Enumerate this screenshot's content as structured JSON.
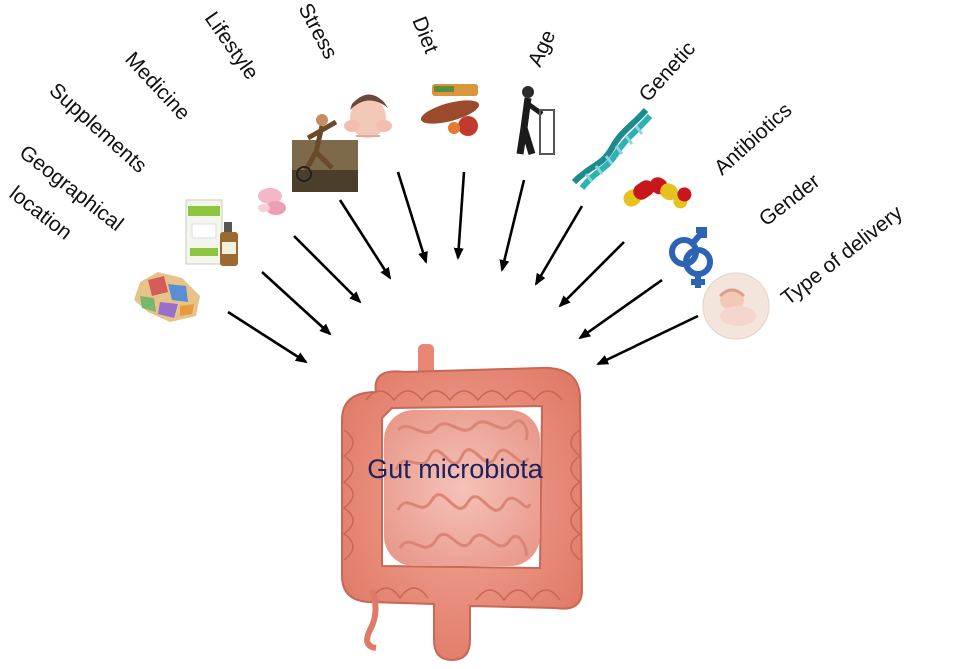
{
  "center": {
    "label": "Gut microbiota"
  },
  "factors": [
    {
      "id": "geo",
      "label_line1": "Geographical",
      "label_line2": "location",
      "icon": "map-icon"
    },
    {
      "id": "supplements",
      "label": "Supplements",
      "icon": "supplement-bottles-icon"
    },
    {
      "id": "medicine",
      "label": "Medicine",
      "icon": "pill-icon"
    },
    {
      "id": "lifestyle",
      "label": "Lifestyle",
      "icon": "athlete-icon"
    },
    {
      "id": "stress",
      "label": "Stress",
      "icon": "stressed-person-icon"
    },
    {
      "id": "diet",
      "label": "Diet",
      "icon": "food-icon"
    },
    {
      "id": "age",
      "label": "Age",
      "icon": "elderly-walker-icon"
    },
    {
      "id": "genetic",
      "label": "Genetic",
      "icon": "dna-icon"
    },
    {
      "id": "antibiotics",
      "label": "Antibiotics",
      "icon": "capsules-icon"
    },
    {
      "id": "gender",
      "label": "Gender",
      "icon": "gender-symbols-icon"
    },
    {
      "id": "delivery",
      "label": "Type of delivery",
      "icon": "newborn-icon"
    }
  ],
  "colors": {
    "intestine": "#ec8a78",
    "intestine_dark": "#c96756",
    "small_intestine": "#f2b0a6",
    "center_text": "#1c2260"
  }
}
